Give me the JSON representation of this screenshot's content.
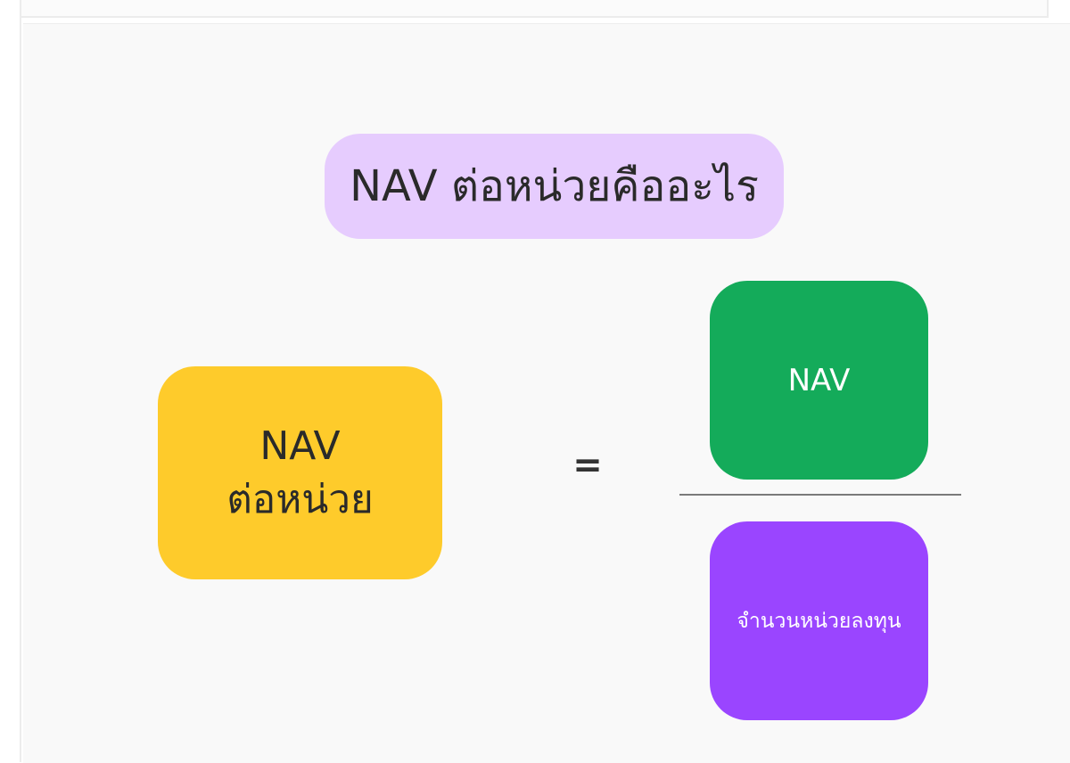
{
  "title": "NAV ต่อหน่วยคืออะไร",
  "formula": {
    "lhs_line1": "NAV",
    "lhs_line2": "ต่อหน่วย",
    "equals": "=",
    "numerator": "NAV",
    "denominator": "จำนวนหน่วยลงทุน"
  },
  "colors": {
    "title_bg": "#e6ccfe",
    "lhs_bg": "#fecb2b",
    "numerator_bg": "#14ab5a",
    "denominator_bg": "#9a45ff"
  }
}
